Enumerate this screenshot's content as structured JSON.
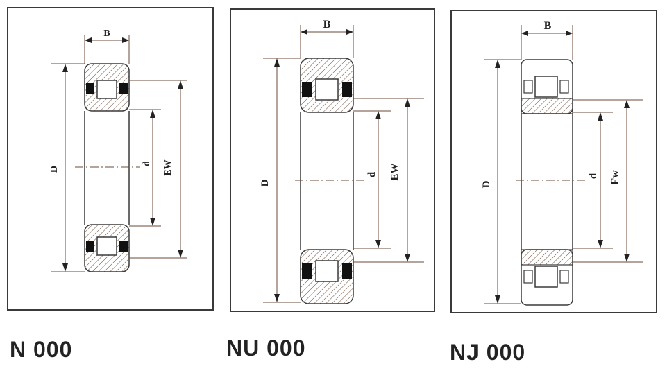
{
  "diagrams": [
    {
      "caption": "N 000",
      "labels": {
        "width": "B",
        "outer": "D",
        "bore": "d",
        "race": "EW"
      },
      "style": "n"
    },
    {
      "caption": "NU 000",
      "labels": {
        "width": "B",
        "outer": "D",
        "bore": "d",
        "race": "EW"
      },
      "style": "nu"
    },
    {
      "caption": "NJ 000",
      "labels": {
        "width": "B",
        "outer": "D",
        "bore": "d",
        "race": "Fw"
      },
      "style": "nj"
    }
  ],
  "colors": {
    "line": "#3a3a3a",
    "brown": "#6b4a3a",
    "fill": "#111111"
  }
}
